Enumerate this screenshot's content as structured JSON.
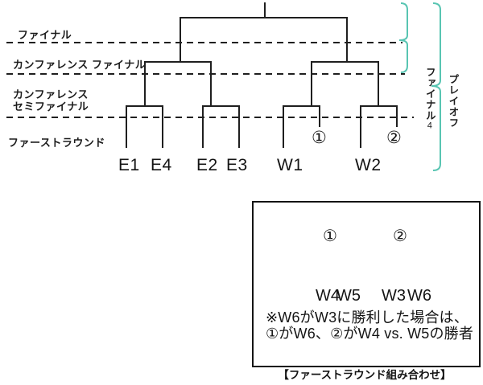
{
  "colors": {
    "line": "#1f1f1f",
    "brace": "#58c5b2",
    "background": "#ffffff"
  },
  "bracket": {
    "round_labels": {
      "final": "ファイナル",
      "conference_final": "カンファレンス ファイナル",
      "conference_semifinal": "カンファレンス\nセミファイナル",
      "first_round": "ファーストラウンド"
    },
    "teams": {
      "e1": "E1",
      "e4": "E4",
      "e2": "E2",
      "e3": "E3",
      "w1": "W1",
      "w2": "W2"
    },
    "slot_markers": {
      "slot1": "①",
      "slot2": "②"
    },
    "side_braces": {
      "final4_label": "ファイナル",
      "final4_number": "4",
      "playoffs_label": "プレイオフ"
    }
  },
  "inset": {
    "marker1": "①",
    "marker2": "②",
    "matchup1_teams": [
      "W4",
      "W5"
    ],
    "matchup2_teams": [
      "W3",
      "W6"
    ],
    "note_line1": "※W6がW3に勝利した場合は、",
    "note_line2": "①がW6、②がW4 vs. W5の勝者",
    "caption": "【ファーストラウンド組み合わせ】"
  }
}
